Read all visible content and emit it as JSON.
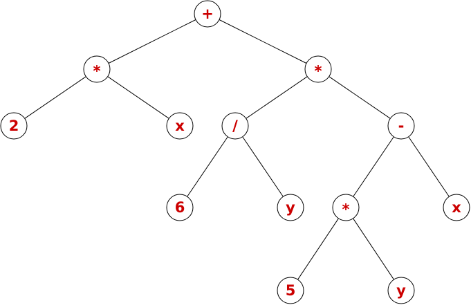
{
  "diagram": {
    "type": "expression-tree",
    "colors": {
      "label": "#cc0000",
      "stroke": "#000000",
      "fill": "#ffffff"
    },
    "nodes": [
      {
        "id": "n1",
        "label": "+"
      },
      {
        "id": "n2",
        "label": "*"
      },
      {
        "id": "n3",
        "label": "*"
      },
      {
        "id": "n4",
        "label": "2"
      },
      {
        "id": "n5",
        "label": "x"
      },
      {
        "id": "n6",
        "label": "/"
      },
      {
        "id": "n7",
        "label": "-"
      },
      {
        "id": "n8",
        "label": "6"
      },
      {
        "id": "n9",
        "label": "y"
      },
      {
        "id": "n10",
        "label": "*"
      },
      {
        "id": "n11",
        "label": "x"
      },
      {
        "id": "n12",
        "label": "5"
      },
      {
        "id": "n13",
        "label": "y"
      }
    ],
    "edges": [
      [
        "n1",
        "n2"
      ],
      [
        "n1",
        "n3"
      ],
      [
        "n2",
        "n4"
      ],
      [
        "n2",
        "n5"
      ],
      [
        "n3",
        "n6"
      ],
      [
        "n3",
        "n7"
      ],
      [
        "n6",
        "n8"
      ],
      [
        "n6",
        "n9"
      ],
      [
        "n7",
        "n10"
      ],
      [
        "n7",
        "n11"
      ],
      [
        "n10",
        "n12"
      ],
      [
        "n10",
        "n13"
      ]
    ]
  }
}
